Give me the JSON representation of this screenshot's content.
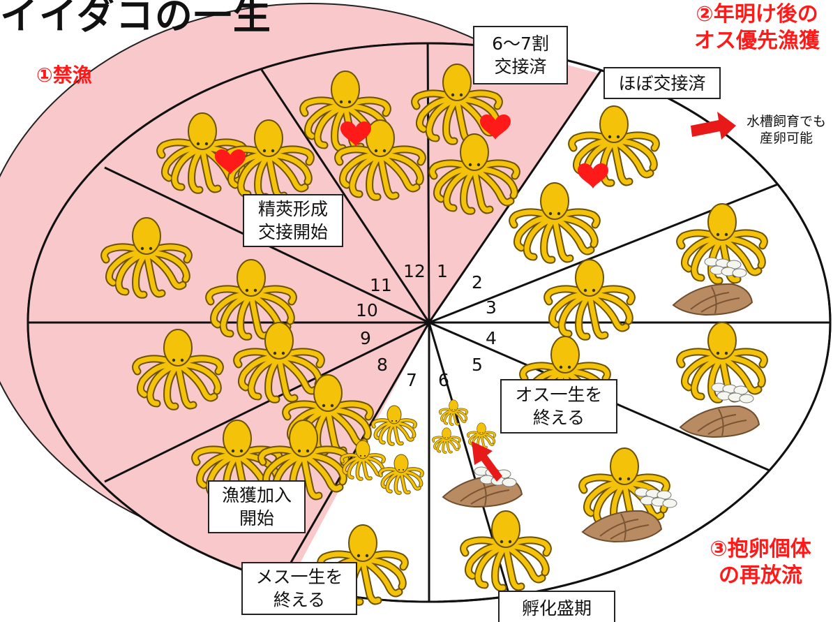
{
  "title": "イイダコの一生",
  "zones": {
    "closed_season": {
      "label": "①禁漁",
      "color": "#f9c8cb"
    },
    "male_catch": {
      "label": "②年明け後の\nオス優先漁獲"
    },
    "egg_release": {
      "label": "③抱卵個体\nの再放流"
    }
  },
  "months": [
    "1",
    "2",
    "3",
    "4",
    "5",
    "6",
    "7",
    "8",
    "9",
    "10",
    "11",
    "12"
  ],
  "boxes": {
    "mated_6_7": "6〜7割\n交接済",
    "nearly_mated": "ほぼ交接済",
    "spermatophore": "精莢形成\n交接開始",
    "male_end": "オス一生を\n終える",
    "fishery_start": "漁獲加入\n開始",
    "female_end": "メス一生を\n終える",
    "hatch_peak": "孵化盛期"
  },
  "tank_note": "水槽飼育でも\n産卵可能",
  "colors": {
    "octopus": "#f5c20a",
    "heart": "#ff1a1a",
    "arrow": "#e81919",
    "shell": "#b98b63"
  },
  "icons": [
    "octopus-icon",
    "heart-icon",
    "shell-icon",
    "egg-cluster-icon",
    "arrow-icon"
  ]
}
